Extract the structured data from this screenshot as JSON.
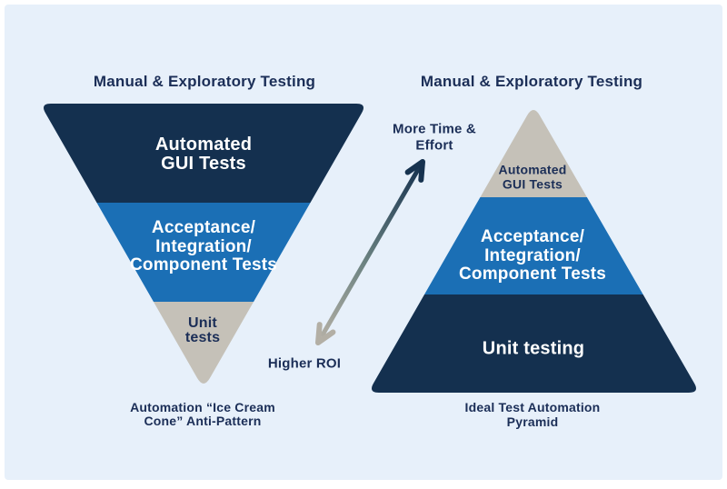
{
  "colors": {
    "background": "#e7f0fa",
    "frame": "#ffffff",
    "navy": "#14304f",
    "blue": "#1b6fb5",
    "gray": "#c5c1b8",
    "arrow_navy": "#16324f",
    "arrow_mid": "#6a8180",
    "arrow_gray": "#b3afa5",
    "text_navy": "#1b2e57",
    "text_white": "#ffffff"
  },
  "left_diagram": {
    "title": "Manual & Exploratory Testing",
    "layers": [
      {
        "name": "automated-gui-tests",
        "label": "Automated\nGUI Tests"
      },
      {
        "name": "acceptance-integration-component-tests",
        "label": "Acceptance/\nIntegration/\nComponent Tests"
      },
      {
        "name": "unit-tests",
        "label": "Unit\ntests"
      }
    ],
    "caption": "Automation “Ice Cream\nCone” Anti-Pattern"
  },
  "right_diagram": {
    "title": "Manual & Exploratory Testing",
    "layers": [
      {
        "name": "automated-gui-tests",
        "label": "Automated\nGUI Tests"
      },
      {
        "name": "acceptance-integration-component-tests",
        "label": "Acceptance/\nIntegration/\nComponent Tests"
      },
      {
        "name": "unit-testing",
        "label": "Unit testing"
      }
    ],
    "caption": "Ideal Test Automation Pyramid"
  },
  "arrow": {
    "top_label": "More Time &\nEffort",
    "bottom_label": "Higher ROI"
  }
}
